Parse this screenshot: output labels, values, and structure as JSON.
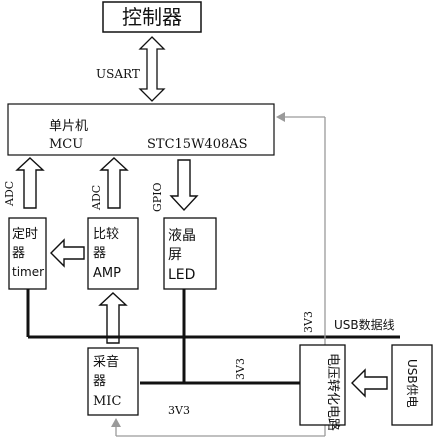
{
  "blocks": {
    "controller": {
      "label": "控制器"
    },
    "mcu": {
      "line1": "单片机",
      "line2": "MCU",
      "part": "STC15W408AS"
    },
    "timer": {
      "line1": "定时",
      "line2": "器",
      "line3": "timer"
    },
    "amp": {
      "line1": "比较",
      "line2": "器",
      "line3": "AMP"
    },
    "lcd": {
      "line1": "液晶",
      "line2": "屏",
      "line3": "LED"
    },
    "mic": {
      "line1": "采音",
      "line2": "器",
      "line3": "MIC"
    },
    "converter": {
      "label": "电压转化电路"
    },
    "usb_supply": {
      "label": "USB供电"
    }
  },
  "links": {
    "usart": "USART",
    "adc_timer": "ADC",
    "adc_amp": "ADC",
    "gpio": "GPIO",
    "v_upper": "3V3",
    "v_middle": "3V3",
    "v_bottom": "3V3",
    "usb_cable": "USB数据线"
  },
  "colors": {
    "line": "#111111",
    "feedback": "#9a9a9a"
  }
}
